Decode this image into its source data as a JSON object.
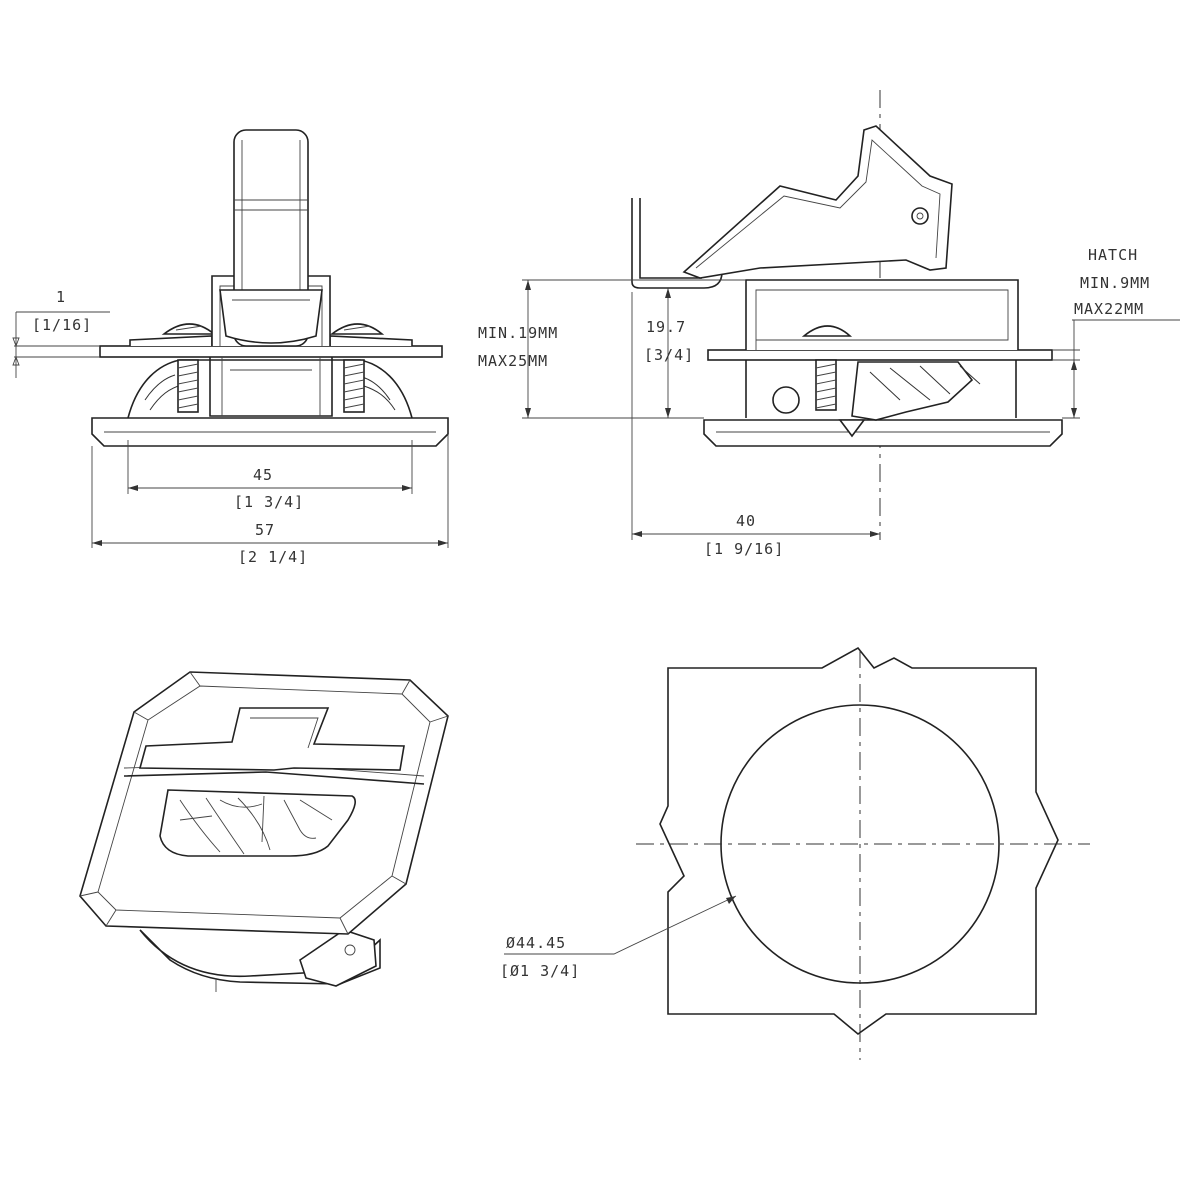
{
  "front_view": {
    "thickness_mm": "1",
    "thickness_in": "[1/16]",
    "width_inner_mm": "45",
    "width_inner_in": "[1 3/4]",
    "width_outer_mm": "57",
    "width_outer_in": "[2 1/4]"
  },
  "side_view": {
    "depth_line1": "MIN.19MM",
    "depth_line2": "MAX25MM",
    "height_mm": "19.7",
    "height_in": "[3/4]",
    "hatch_line1": "HATCH",
    "hatch_line2": "MIN.9MM",
    "hatch_line3": "MAX22MM",
    "length_mm": "40",
    "length_in": "[1 9/16]"
  },
  "cutout_view": {
    "diameter_mm": "Ø44.45",
    "diameter_in": "[Ø1 3/4]"
  }
}
